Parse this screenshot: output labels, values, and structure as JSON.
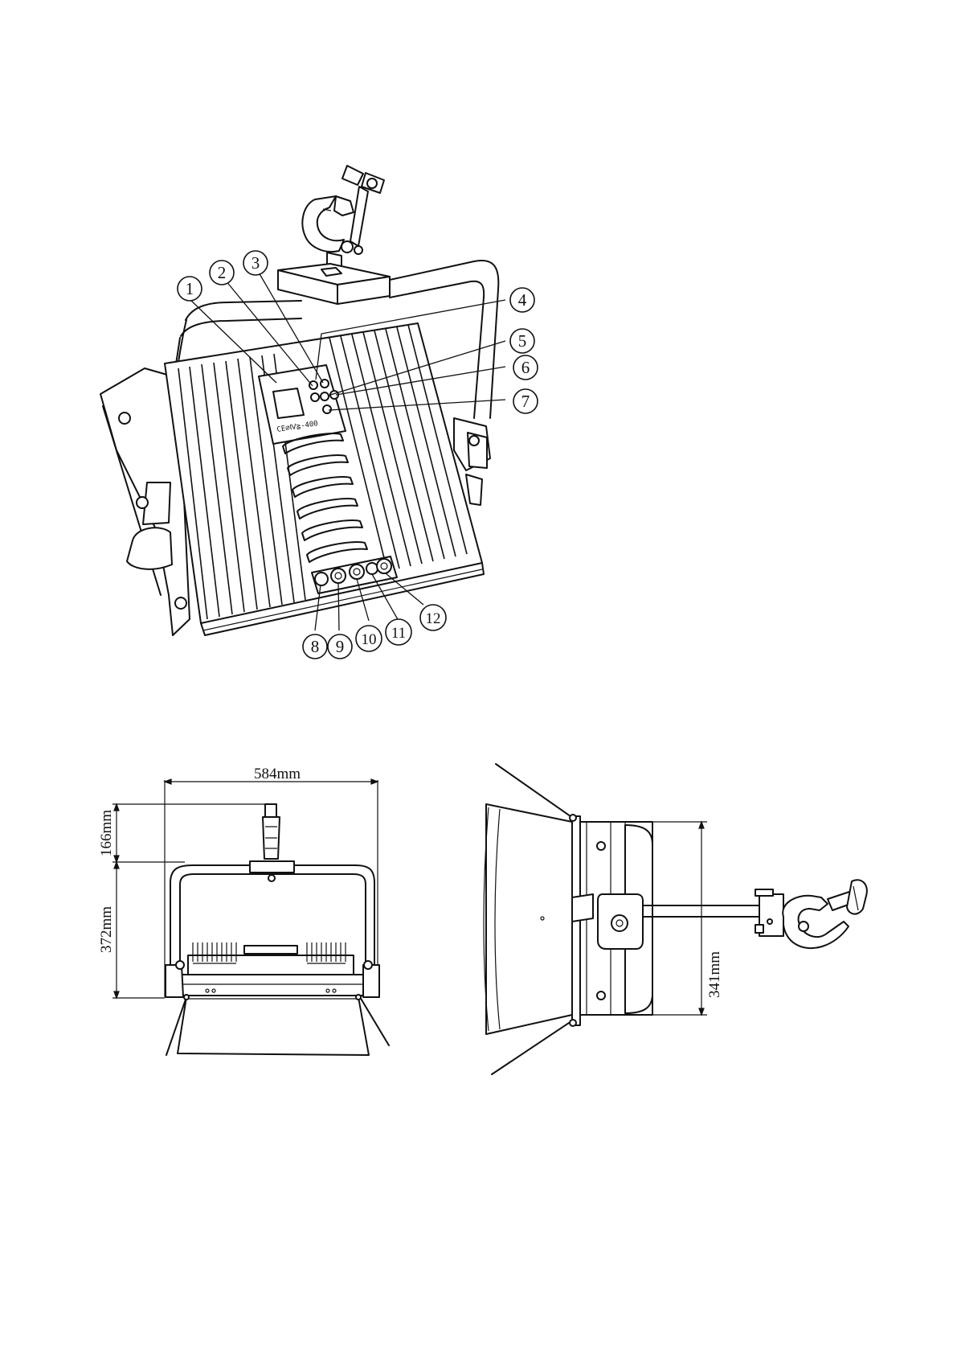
{
  "callouts": [
    "1",
    "2",
    "3",
    "4",
    "5",
    "6",
    "7",
    "8",
    "9",
    "10",
    "11",
    "12"
  ],
  "panel_label": "CE∅Ⅳ≧-400",
  "dimensions": {
    "width": "584mm",
    "clamp_height": "166mm",
    "body_height": "372mm",
    "side_height": "341mm"
  }
}
